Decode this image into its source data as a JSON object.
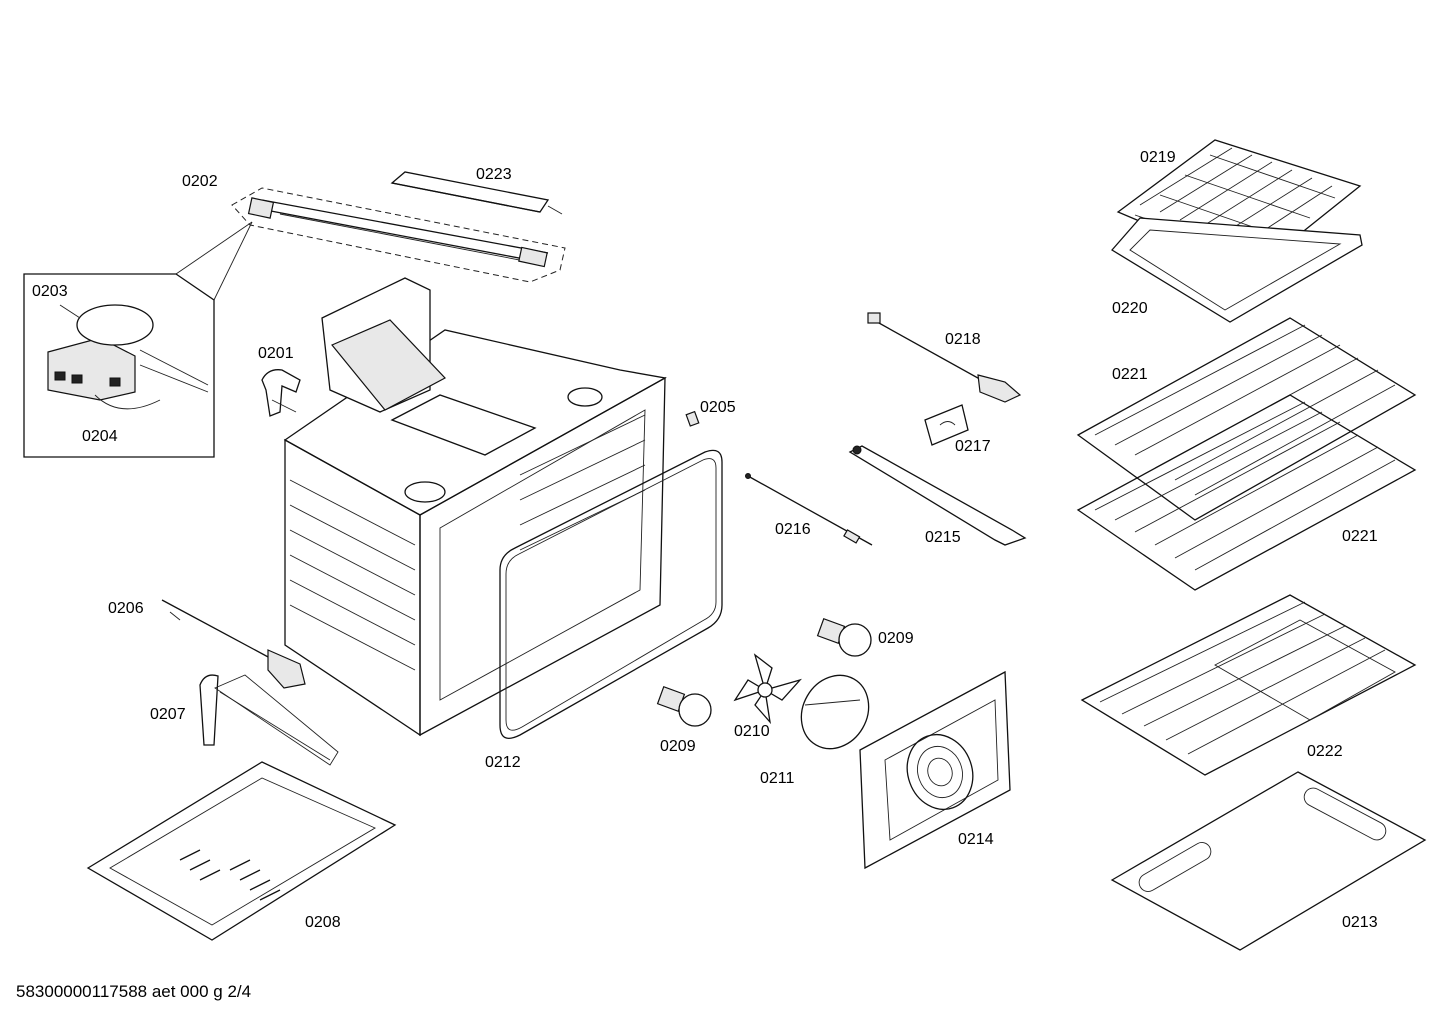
{
  "footer": {
    "doc_code": "58300000117588 aet 000 g 2/4"
  },
  "labels": {
    "p0201": "0201",
    "p0202": "0202",
    "p0203": "0203",
    "p0204": "0204",
    "p0205": "0205",
    "p0206": "0206",
    "p0207": "0207",
    "p0208": "0208",
    "p0209a": "0209",
    "p0209b": "0209",
    "p0210": "0210",
    "p0211": "0211",
    "p0212": "0212",
    "p0213": "0213",
    "p0214": "0214",
    "p0215": "0215",
    "p0216": "0216",
    "p0217": "0217",
    "p0218": "0218",
    "p0219": "0219",
    "p0220": "0220",
    "p0221a": "0221",
    "p0221b": "0221",
    "p0222": "0222",
    "p0223": "0223"
  }
}
